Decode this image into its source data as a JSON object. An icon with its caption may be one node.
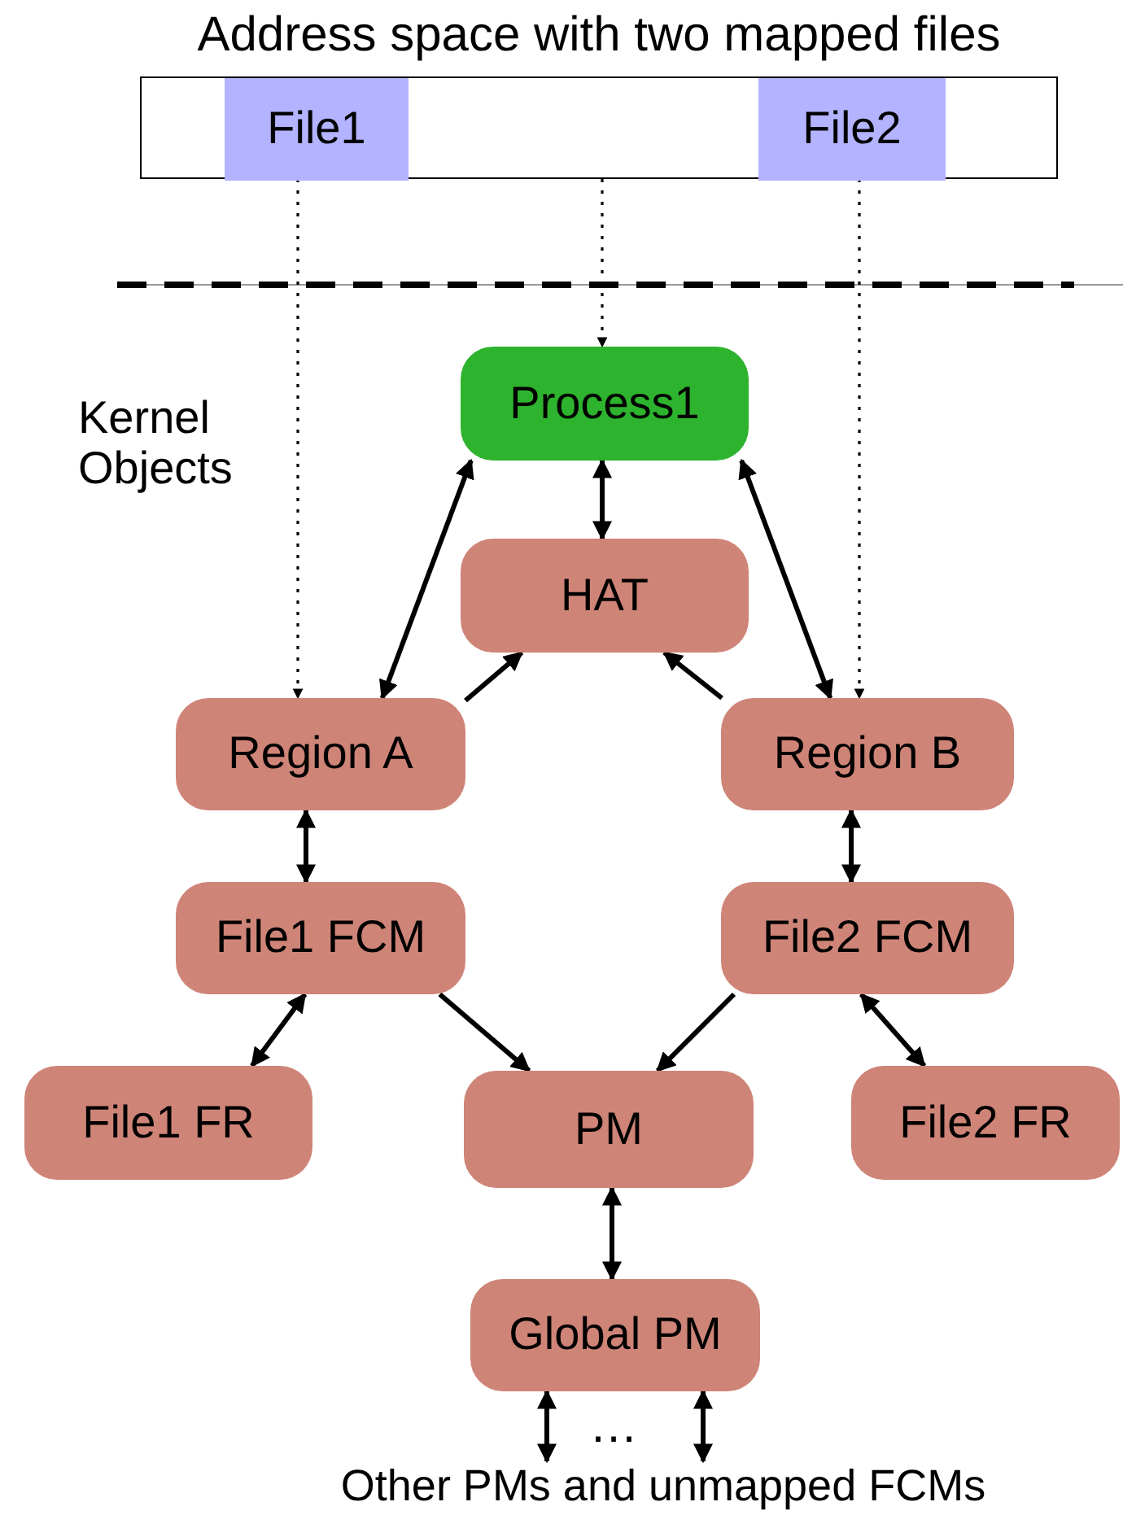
{
  "diagram": {
    "nodes": [
      {
        "text": [
          "Address space with two mapped files"
        ]
      },
      {
        "text": [
          "File1"
        ],
        "in": 0
      },
      {
        "text": [
          "File2"
        ],
        "in": 0
      },
      {
        "text": [
          "Process1"
        ]
      },
      {
        "text": [
          "HAT"
        ]
      },
      {
        "text": [
          "Region A"
        ]
      },
      {
        "text": [
          "Region B"
        ]
      },
      {
        "text": [
          "File1 FCM"
        ]
      },
      {
        "text": [
          "File2 FCM"
        ]
      },
      {
        "text": [
          "File1 FR"
        ]
      },
      {
        "text": [
          "PM"
        ]
      },
      {
        "text": [
          "File2 FR"
        ]
      },
      {
        "text": [
          "Global PM"
        ]
      },
      {
        "text": [
          "Other PMs and unmapped FCMs"
        ]
      }
    ],
    "edges": [
      {
        "from": 1,
        "to": 5,
        "arrow": "to",
        "style": "dashed"
      },
      {
        "from": 0,
        "to": 3,
        "arrow": "to",
        "style": "dashed"
      },
      {
        "from": 2,
        "to": 6,
        "arrow": "to",
        "style": "dashed"
      },
      {
        "from": 3,
        "to": 4,
        "arrow": "both"
      },
      {
        "from": 3,
        "to": 5,
        "arrow": "both"
      },
      {
        "from": 3,
        "to": 6,
        "arrow": "both"
      },
      {
        "from": 5,
        "to": 4,
        "arrow": "to"
      },
      {
        "from": 6,
        "to": 4,
        "arrow": "to"
      },
      {
        "from": 5,
        "to": 7,
        "arrow": "both"
      },
      {
        "from": 6,
        "to": 8,
        "arrow": "both"
      },
      {
        "from": 7,
        "to": 9,
        "arrow": "both"
      },
      {
        "from": 7,
        "to": 10,
        "arrow": "to"
      },
      {
        "from": 8,
        "to": 10,
        "arrow": "to"
      },
      {
        "from": 8,
        "to": 11,
        "arrow": "both"
      },
      {
        "from": 10,
        "to": 12,
        "arrow": "both"
      },
      {
        "from": 12,
        "to": 13,
        "arrow": "both"
      },
      {
        "from": 12,
        "to": 13,
        "arrow": "both"
      }
    ],
    "labels": [
      "Kernel Objects",
      "…"
    ]
  }
}
